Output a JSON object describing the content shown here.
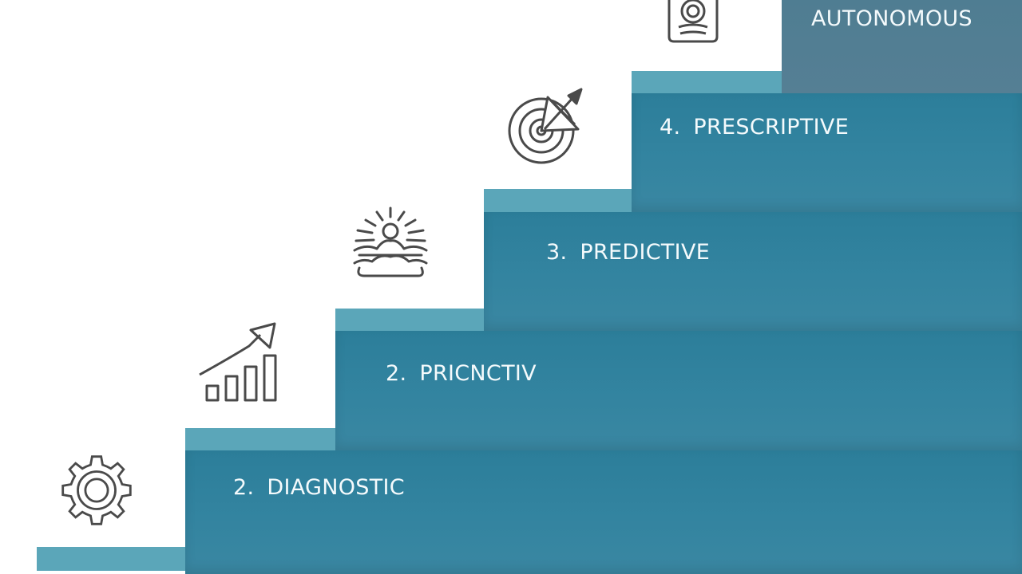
{
  "colors": {
    "step_body": "#3384a0",
    "step_tread": "#5ba6b9",
    "top_step": "#557f94",
    "icon_stroke": "#4a4a4a",
    "label_text": "#f4fafc",
    "background": "#ffffff"
  },
  "steps": [
    {
      "number": "2.",
      "label": "DIAGNOSTIC",
      "icon": "gear-icon"
    },
    {
      "number": "2.",
      "label": "PRICNCTIV",
      "icon": "bar-chart-arrow-icon"
    },
    {
      "number": "3.",
      "label": "PREDICTIVE",
      "icon": "sunrise-icon"
    },
    {
      "number": "4.",
      "label": "PRESCRIPTIVE",
      "icon": "target-arrow-icon"
    },
    {
      "number": "",
      "label": "AUTONOMOUS",
      "icon": "device-icon"
    }
  ]
}
